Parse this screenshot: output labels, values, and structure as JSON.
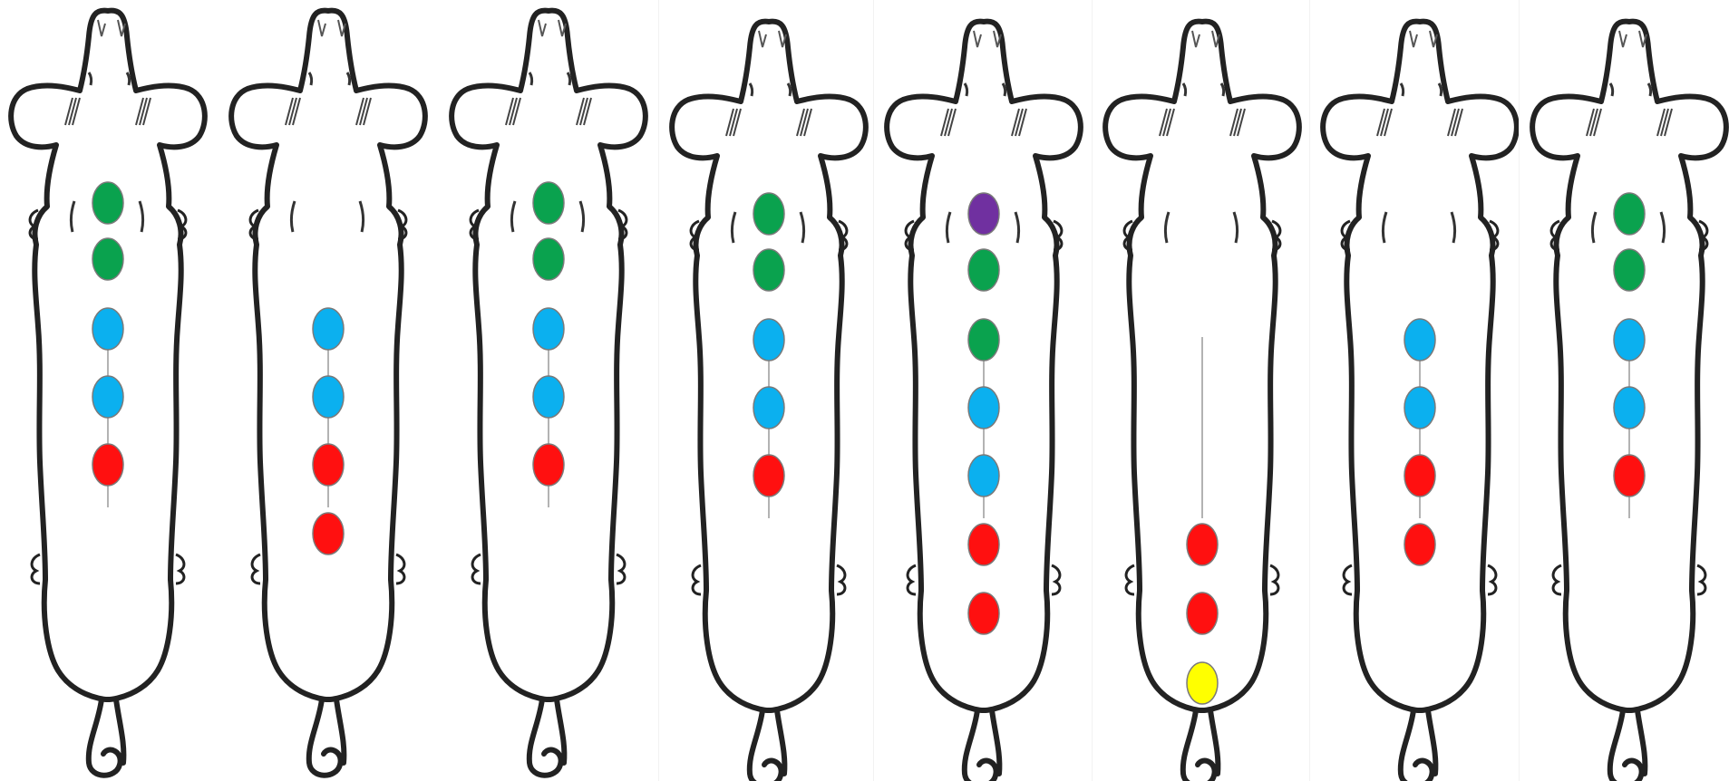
{
  "colors": {
    "green": "#0aa24e",
    "blue": "#0bb0ef",
    "red": "#ff1010",
    "purple": "#7030a0",
    "yellow": "#ffff00",
    "outline": "#222222",
    "dotStroke": "#7a7a7a"
  },
  "mice": [
    {
      "id": 1,
      "spots": [
        "green",
        "green",
        "blue",
        "blue",
        "red",
        null,
        null,
        null
      ]
    },
    {
      "id": 2,
      "spots": [
        null,
        null,
        "blue",
        "blue",
        "red",
        "red",
        null,
        null
      ]
    },
    {
      "id": 3,
      "spots": [
        "green",
        "green",
        "blue",
        "blue",
        "red",
        null,
        null,
        null
      ]
    },
    {
      "id": 4,
      "spots": [
        "green",
        "green",
        "blue",
        "blue",
        "red",
        null,
        null,
        null
      ]
    },
    {
      "id": 5,
      "spots": [
        "purple",
        "green",
        "green",
        "blue",
        "blue",
        "red",
        "red",
        null
      ]
    },
    {
      "id": 6,
      "spots": [
        null,
        null,
        null,
        null,
        null,
        "red",
        "red",
        "yellow"
      ]
    },
    {
      "id": 7,
      "spots": [
        null,
        null,
        "blue",
        "blue",
        "red",
        "red",
        null,
        null
      ]
    },
    {
      "id": 8,
      "spots": [
        "green",
        "green",
        "blue",
        "blue",
        "red",
        null,
        null,
        null
      ]
    }
  ]
}
